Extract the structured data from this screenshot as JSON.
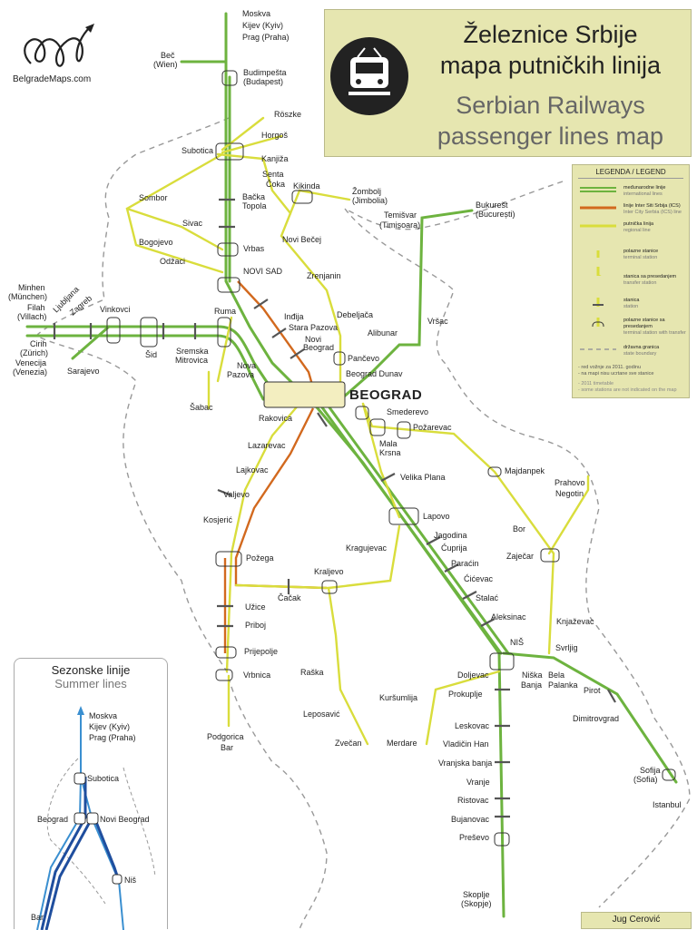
{
  "logo": {
    "name": "BelgradeMaps.com"
  },
  "title": {
    "line1": "Železnice Srbije",
    "line2": "mapa putničkih linija",
    "line3": "Serbian Railways",
    "line4": "passenger lines map"
  },
  "legend": {
    "heading": "LEGENDA / LEGEND",
    "items": [
      {
        "sr": "međunarodne linije",
        "en": "international lines",
        "color": "#6db33f"
      },
      {
        "sr": "linije Inter Siti Srbija (ICS)",
        "en": "Inter City Serbia (ICS) line",
        "color": "#d2691e"
      },
      {
        "sr": "putnička linija",
        "en": "regional line",
        "color": "#d9dd3c"
      },
      {
        "sr": "polazne stanice",
        "en": "terminal station"
      },
      {
        "sr": "stanica sa presedanjem",
        "en": "transfer station"
      },
      {
        "sr": "stanica",
        "en": "station"
      },
      {
        "sr": "polazne stanice sa presedanjem",
        "en": "terminal station with transfer"
      },
      {
        "sr": "državna granica",
        "en": "state boundary"
      }
    ],
    "note1": "- red vožnje za 2011. godinu",
    "note2": "- na mapi nisu ucrtane sve stanice",
    "note3": "- 2011 timetable",
    "note4": "- some stations are not indicated on the map"
  },
  "summer": {
    "title_sr": "Sezonske linije",
    "title_en": "Summer lines",
    "labels": {
      "moskva": "Moskva",
      "kijev": "Kijev (Kyiv)",
      "prag": "Prag (Praha)",
      "subotica": "Subotica",
      "beograd": "Beograd",
      "novi_beograd": "Novi Beograd",
      "nis": "Niš",
      "bar": "Bar"
    }
  },
  "author": "Jug Cerović",
  "colors": {
    "international": "#6db33f",
    "ics": "#d2691e",
    "regional": "#d9dd3c",
    "summer_blue": "#3a8fd0",
    "summer_dark": "#1f4e9e",
    "panel": "#e6e6b0"
  },
  "stations": {
    "moskva": "Moskva",
    "kijev": "Kijev (Kyiv)",
    "prag": "Prag (Praha)",
    "bec": "Beč",
    "wien": "(Wien)",
    "budimpesta": "Budimpešta",
    "budapest": "(Budapest)",
    "roszke": "Röszke",
    "horgos": "Horgoš",
    "subotica": "Subotica",
    "kanjiza": "Kanjiža",
    "senta": "Senta",
    "coka": "Čoka",
    "kikinda": "Kikinda",
    "zombolj": "Žombolj",
    "jimbolia": "(Jimbolia)",
    "bukurest": "Bukurešt",
    "bucuresti": "(București)",
    "temisvar": "Temišvar",
    "timisoara": "(Timișoara)",
    "sombor": "Sombor",
    "sivac": "Sivac",
    "backa": "Bačka",
    "topola": "Topola",
    "bogojevo": "Bogojevo",
    "odzaci": "Odžaci",
    "vrbas": "Vrbas",
    "novi_becej": "Novi Bečej",
    "zrenjanin": "Zrenjanin",
    "novi_sad": "NOVI SAD",
    "minhen": "Minhen",
    "munchen": "(München)",
    "filah": "Filah",
    "villach": "(Villach)",
    "ljubljana": "Ljubljana",
    "zagreb": "Zagreb",
    "vinkovci": "Vinkovci",
    "ruma": "Ruma",
    "inđija": "Inđija",
    "stara_pazova": "Stara Pazova",
    "novi": "Novi",
    "beograd_small": "Beograd",
    "debeljaca": "Debeljača",
    "alibunar": "Alibunar",
    "vrsac": "Vršac",
    "cirih": "Cirih",
    "zurich": "(Zürich)",
    "venecija": "Venecija",
    "venezia": "(Venezia)",
    "sarajevo": "Sarajevo",
    "sid": "Šid",
    "sremska": "Sremska",
    "mitrovica": "Mitrovica",
    "nova": "Nova",
    "pazova": "Pazova",
    "pancevo": "Pančevo",
    "beograd_dunav": "Beograd Dunav",
    "sabac": "Šabac",
    "beograd": "BEOGRAD",
    "rakovica": "Rakovica",
    "smederevo": "Smederevo",
    "pozarevac": "Požarevac",
    "mala": "Mala",
    "krsna": "Krsna",
    "lazarevac": "Lazarevac",
    "majdanpek": "Majdanpek",
    "lajkovac": "Lajkovac",
    "velika_plana": "Velika Plana",
    "prahovo": "Prahovo",
    "negotin": "Negotin",
    "valjevo": "Valjevo",
    "kosjeric": "Kosjerić",
    "lapovo": "Lapovo",
    "bor": "Bor",
    "jagodina": "Jagodina",
    "kragujevac": "Kragujevac",
    "cuprija": "Ćuprija",
    "pozega": "Požega",
    "zajecar": "Zaječar",
    "paracin": "Paraćin",
    "kraljevo": "Kraljevo",
    "cicevac": "Ćićevac",
    "cacak": "Čačak",
    "stalac": "Stalać",
    "uzice": "Užice",
    "knjazevac": "Knjaževac",
    "aleksinac": "Aleksinac",
    "priboj": "Priboj",
    "prijepolje": "Prijepolje",
    "svrljig": "Svrljig",
    "nis": "NIŠ",
    "doljevac": "Doljevac",
    "niska": "Niška",
    "banja": "Banja",
    "bela": "Bela",
    "palanka": "Palanka",
    "vrbnica": "Vrbnica",
    "raska": "Raška",
    "kursumlija": "Kuršumlija",
    "prokuplje": "Prokuplje",
    "pirot": "Pirot",
    "dimitrovgrad": "Dimitrovgrad",
    "leposavic": "Leposavić",
    "leskovac": "Leskovac",
    "podgorica": "Podgorica",
    "bar": "Bar",
    "merdare": "Merdare",
    "zvecan": "Zvečan",
    "vladicin_han": "Vladičin Han",
    "vranjska_banja": "Vranjska banja",
    "sofija": "Sofija",
    "sofia": "(Sofia)",
    "vranje": "Vranje",
    "ristovac": "Ristovac",
    "istanbul": "Istanbul",
    "bujanovac": "Bujanovac",
    "presevo": "Preševo",
    "skoplje": "Skoplje",
    "skopje": "(Skopje)"
  }
}
